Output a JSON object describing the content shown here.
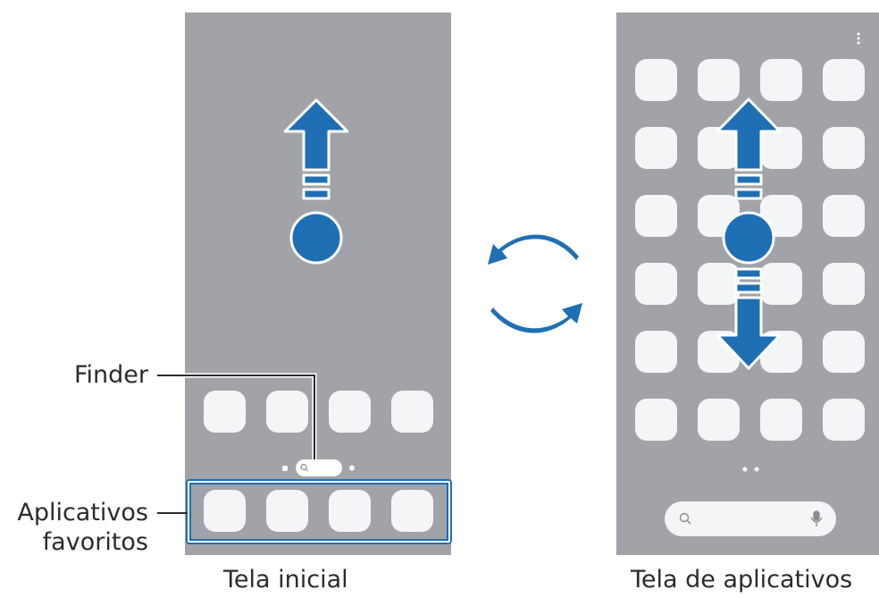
{
  "home_screen": {
    "caption": "Tela inicial",
    "labels": {
      "finder": "Finder",
      "favorites": [
        "Aplicativos",
        "favoritos"
      ]
    }
  },
  "apps_screen": {
    "caption": "Tela de aplicativos",
    "more_menu_icon": "kebab-menu-icon"
  },
  "icons": {
    "swipe_up": "swipe-up-arrow",
    "swipe_down": "swipe-down-arrow",
    "switch": "rotate-arrows-icon",
    "search": "search-icon",
    "mic": "microphone-icon"
  },
  "colors": {
    "screen": "#a1a3a8",
    "tile": "#f4f5f7",
    "accent": "#1f6fb5"
  }
}
